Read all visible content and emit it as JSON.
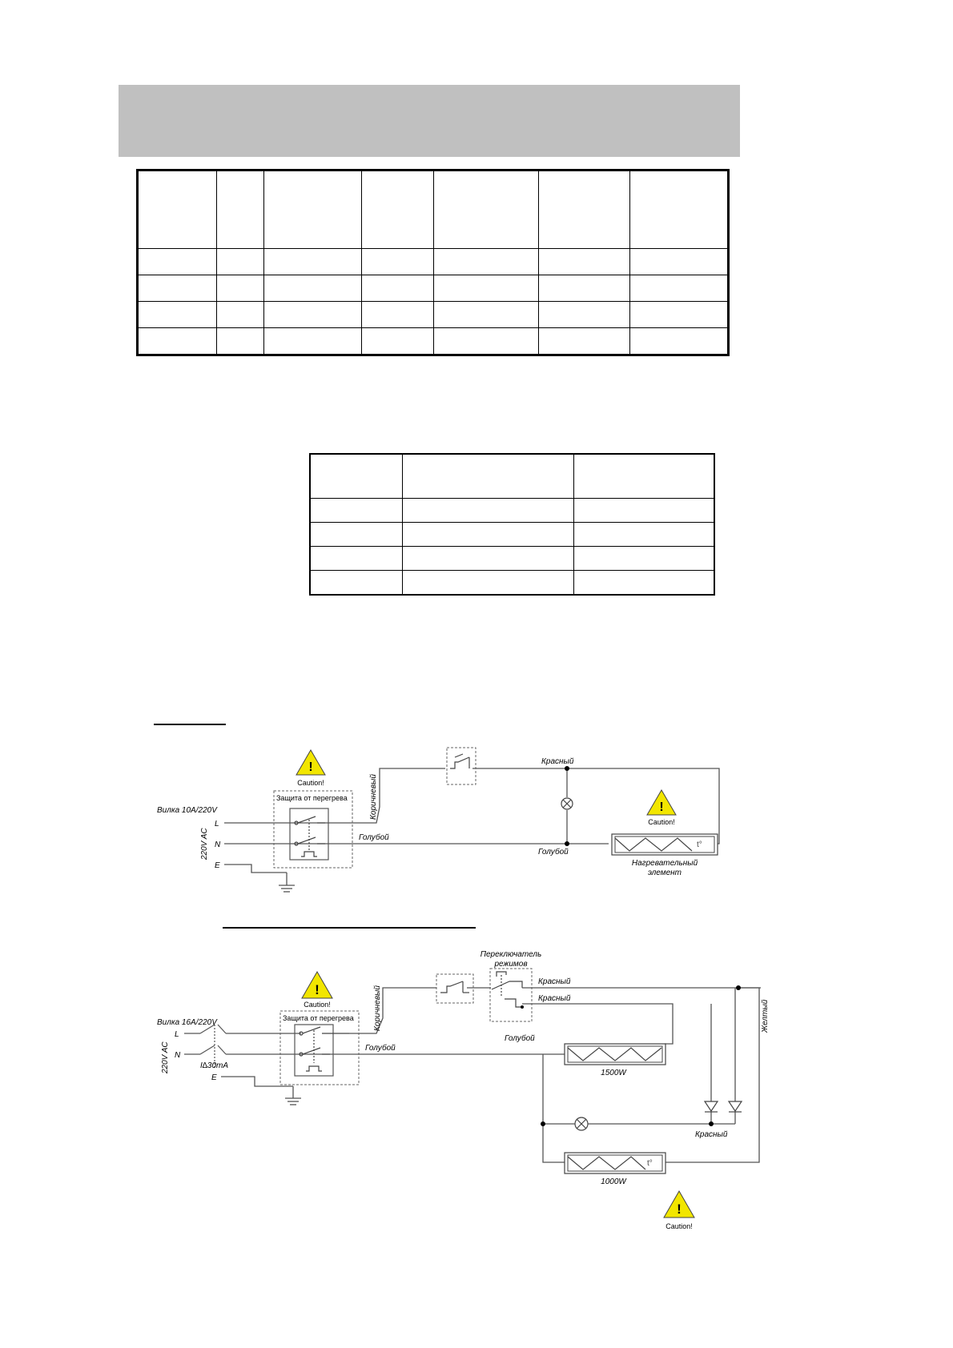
{
  "diagram1": {
    "caution": "Caution!",
    "protection_label": "Защита от перегрева",
    "plug_label": "Вилка 10A/220V",
    "voltage_label": "220V AC",
    "terminal_l": "L",
    "terminal_n": "N",
    "terminal_e": "E",
    "wire_brown": "Коричневый",
    "wire_red": "Красный",
    "wire_blue_top": "Голубой",
    "wire_blue_bottom": "Голубой",
    "heater_label_1": "Нагревательный",
    "heater_label_2": "элемент"
  },
  "diagram2": {
    "caution": "Caution!",
    "protection_label": "Защита от перегрева",
    "plug_label": "Вилка 16A/220V",
    "voltage_label": "220V AC",
    "terminal_l": "L",
    "terminal_n": "N",
    "terminal_e": "E",
    "rcd_label": "I∆30mA",
    "wire_brown": "Коричневый",
    "switch_label_1": "Переключатель",
    "switch_label_2": "режимов",
    "wire_red_1": "Красный",
    "wire_red_2": "Красный",
    "wire_red_3": "Красный",
    "wire_blue_1": "Голубой",
    "wire_blue_2": "Голубой",
    "wire_yellow": "Желтый",
    "heater_1500": "1500W",
    "heater_1000": "1000W"
  }
}
